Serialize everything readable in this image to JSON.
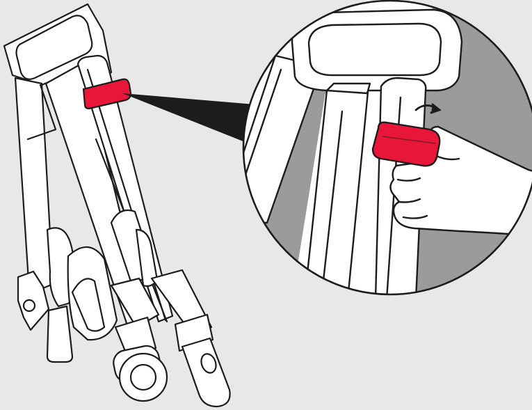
{
  "diagram": {
    "background_color": "#e8e8e8",
    "accent_color": "#e8173a",
    "zoom_background_color": "#9b9b9b",
    "callout_color": "#1c1c1c",
    "icons": [
      "folded-stroller",
      "fold-release-latch",
      "hand",
      "rotate-arrow"
    ]
  }
}
